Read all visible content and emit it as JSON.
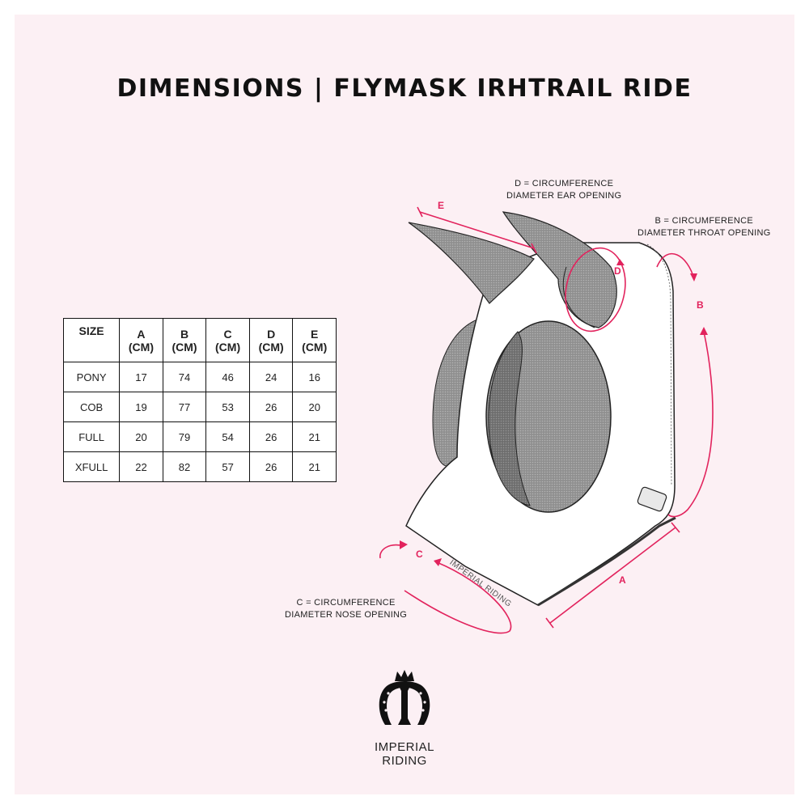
{
  "title": "DIMENSIONS | FLYMASK IRHTRAIL RIDE",
  "table": {
    "headers": [
      [
        "SIZE",
        ""
      ],
      [
        "A",
        "(CM)"
      ],
      [
        "B",
        "(CM)"
      ],
      [
        "C",
        "(CM)"
      ],
      [
        "D",
        "(CM)"
      ],
      [
        "E",
        "(CM)"
      ]
    ],
    "rows": [
      [
        "PONY",
        "17",
        "74",
        "46",
        "24",
        "16"
      ],
      [
        "COB",
        "19",
        "77",
        "53",
        "26",
        "20"
      ],
      [
        "FULL",
        "20",
        "79",
        "54",
        "26",
        "21"
      ],
      [
        "XFULL",
        "22",
        "82",
        "57",
        "26",
        "21"
      ]
    ]
  },
  "notes": {
    "d_line1": "D = CIRCUMFERENCE",
    "d_line2": "DIAMETER EAR OPENING",
    "b_line1": "B = CIRCUMFERENCE",
    "b_line2": "DIAMETER THROAT OPENING",
    "c_line1": "C = CIRCUMFERENCE",
    "c_line2": "DIAMETER NOSE OPENING"
  },
  "dimension_labels": {
    "a": "A",
    "b": "B",
    "c": "C",
    "d": "D",
    "e": "E"
  },
  "mask_print": "IMPERIAL RIDING",
  "logo": {
    "icon": "horseshoe-crown-logo-icon",
    "line1": "IMPERIAL",
    "line2": "RIDING"
  },
  "colors": {
    "background": "#fcf0f4",
    "accent": "#e2235d",
    "mesh": "#8c8c8c",
    "text": "#111111"
  }
}
